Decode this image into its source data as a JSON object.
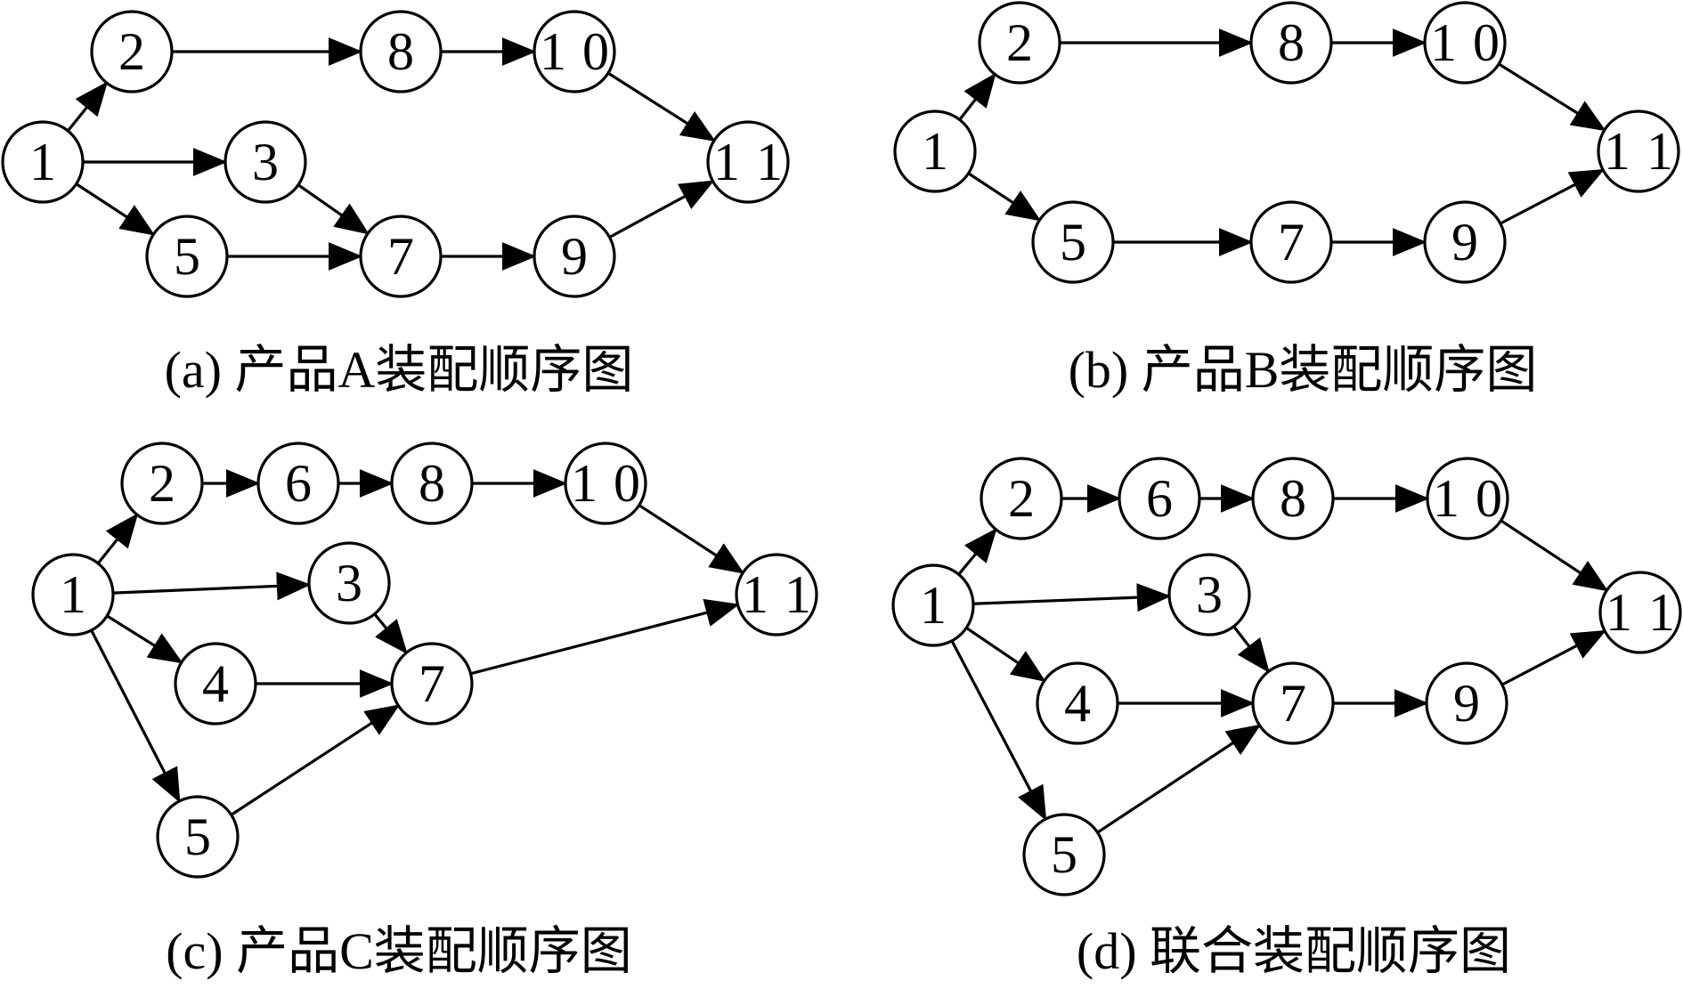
{
  "panels": [
    {
      "id": "a",
      "caption": "(a) 产品A装配顺序图",
      "nodes": [
        "1",
        "2",
        "3",
        "5",
        "7",
        "8",
        "9",
        "10",
        "11"
      ],
      "edges": [
        [
          "1",
          "2"
        ],
        [
          "1",
          "3"
        ],
        [
          "1",
          "5"
        ],
        [
          "2",
          "8"
        ],
        [
          "8",
          "10"
        ],
        [
          "10",
          "11"
        ],
        [
          "3",
          "7"
        ],
        [
          "5",
          "7"
        ],
        [
          "7",
          "9"
        ],
        [
          "9",
          "11"
        ]
      ]
    },
    {
      "id": "b",
      "caption": "(b) 产品B装配顺序图",
      "nodes": [
        "1",
        "2",
        "5",
        "7",
        "8",
        "9",
        "10",
        "11"
      ],
      "edges": [
        [
          "1",
          "2"
        ],
        [
          "1",
          "5"
        ],
        [
          "2",
          "8"
        ],
        [
          "8",
          "10"
        ],
        [
          "10",
          "11"
        ],
        [
          "5",
          "7"
        ],
        [
          "7",
          "9"
        ],
        [
          "9",
          "11"
        ]
      ]
    },
    {
      "id": "c",
      "caption": "(c) 产品C装配顺序图",
      "nodes": [
        "1",
        "2",
        "3",
        "4",
        "5",
        "6",
        "7",
        "8",
        "10",
        "11"
      ],
      "edges": [
        [
          "1",
          "2"
        ],
        [
          "2",
          "6"
        ],
        [
          "6",
          "8"
        ],
        [
          "8",
          "10"
        ],
        [
          "10",
          "11"
        ],
        [
          "1",
          "3"
        ],
        [
          "1",
          "4"
        ],
        [
          "1",
          "5"
        ],
        [
          "3",
          "7"
        ],
        [
          "4",
          "7"
        ],
        [
          "5",
          "7"
        ],
        [
          "7",
          "11"
        ]
      ]
    },
    {
      "id": "d",
      "caption": "(d) 联合装配顺序图",
      "nodes": [
        "1",
        "2",
        "3",
        "4",
        "5",
        "6",
        "7",
        "8",
        "9",
        "10",
        "11"
      ],
      "edges": [
        [
          "1",
          "2"
        ],
        [
          "2",
          "6"
        ],
        [
          "6",
          "8"
        ],
        [
          "8",
          "10"
        ],
        [
          "10",
          "11"
        ],
        [
          "1",
          "3"
        ],
        [
          "1",
          "4"
        ],
        [
          "1",
          "5"
        ],
        [
          "3",
          "7"
        ],
        [
          "4",
          "7"
        ],
        [
          "5",
          "7"
        ],
        [
          "7",
          "9"
        ],
        [
          "9",
          "11"
        ]
      ]
    }
  ]
}
